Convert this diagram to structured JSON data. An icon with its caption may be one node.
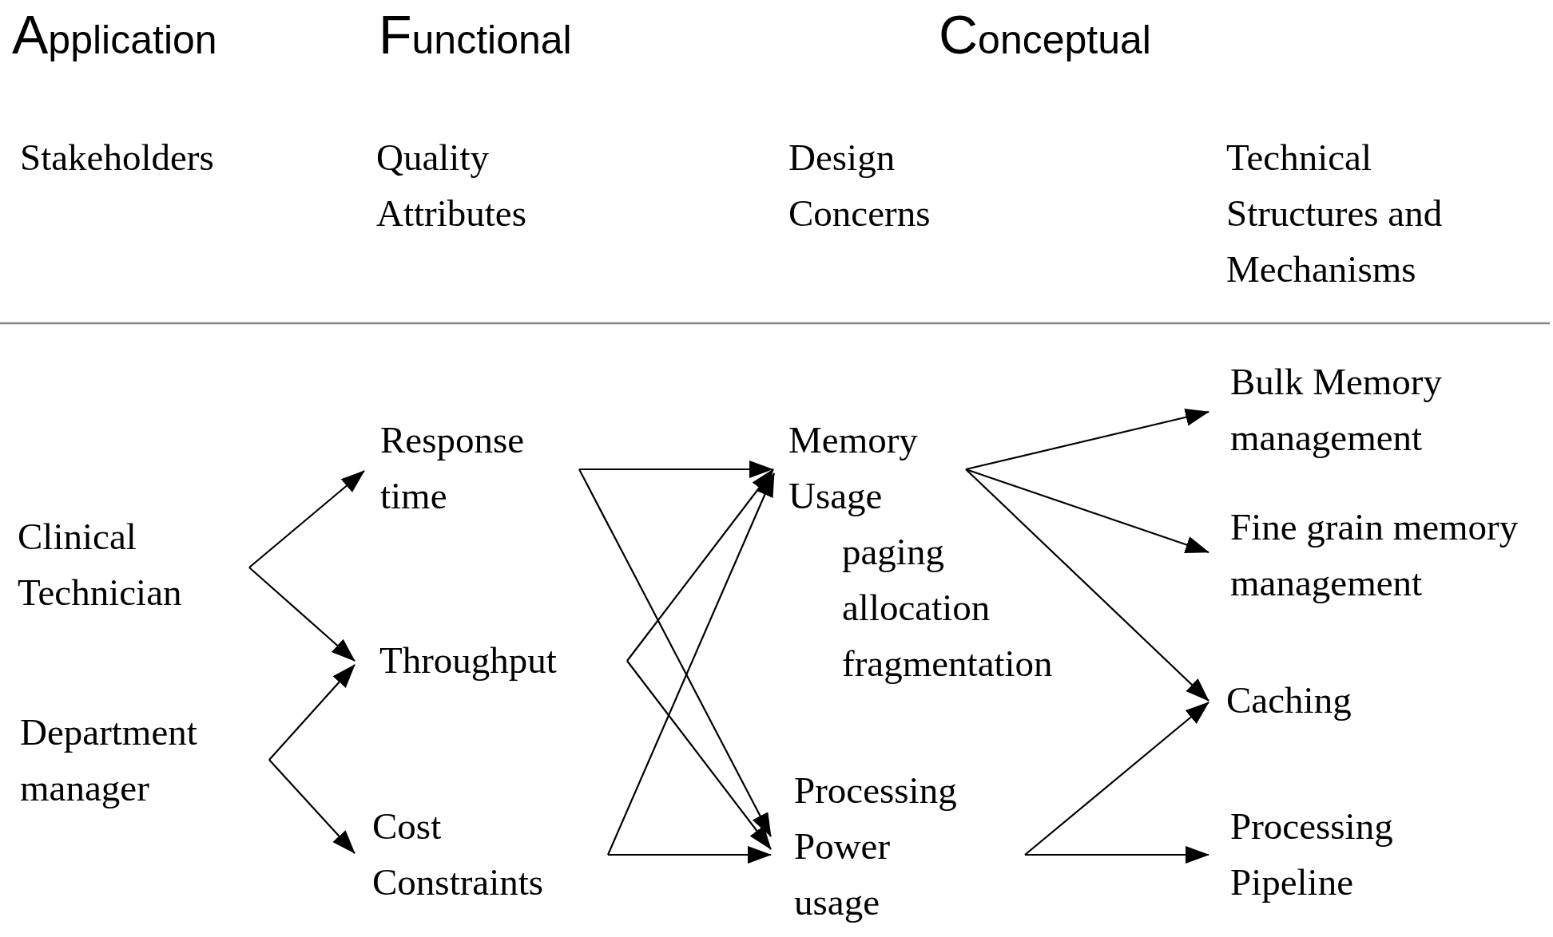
{
  "diagram": {
    "nodes": [
      {
        "text": [
          "Clinical Technician"
        ]
      },
      {
        "text": [
          "Department manager"
        ]
      },
      {
        "text": [
          "Response time"
        ]
      },
      {
        "text": [
          "Throughput"
        ]
      },
      {
        "text": [
          "Cost Constraints"
        ]
      },
      {
        "text": [
          "Memory Usage",
          "paging allocation fragmentation"
        ]
      },
      {
        "text": [
          "Processing Power usage"
        ]
      },
      {
        "text": [
          "Bulk Memory management"
        ]
      },
      {
        "text": [
          "Fine grain memory management"
        ]
      },
      {
        "text": [
          "Caching"
        ]
      },
      {
        "text": [
          "Processing Pipeline"
        ]
      }
    ],
    "edges": [
      {
        "from": 0,
        "to": 2,
        "arrow": "to"
      },
      {
        "from": 0,
        "to": 3,
        "arrow": "to"
      },
      {
        "from": 1,
        "to": 3,
        "arrow": "to"
      },
      {
        "from": 1,
        "to": 4,
        "arrow": "to"
      },
      {
        "from": 2,
        "to": 5,
        "arrow": "to"
      },
      {
        "from": 2,
        "to": 6,
        "arrow": "to"
      },
      {
        "from": 3,
        "to": 5,
        "arrow": "to"
      },
      {
        "from": 3,
        "to": 6,
        "arrow": "to"
      },
      {
        "from": 4,
        "to": 5,
        "arrow": "to"
      },
      {
        "from": 4,
        "to": 6,
        "arrow": "to"
      },
      {
        "from": 5,
        "to": 7,
        "arrow": "to"
      },
      {
        "from": 5,
        "to": 8,
        "arrow": "to"
      },
      {
        "from": 5,
        "to": 9,
        "arrow": "to"
      },
      {
        "from": 6,
        "to": 9,
        "arrow": "to"
      },
      {
        "from": 6,
        "to": 10,
        "arrow": "to"
      }
    ],
    "labels": [
      "Application",
      "Functional",
      "Conceptual",
      "Stakeholders",
      "Quality Attributes",
      "Design Concerns",
      "Technical Structures and Mechanisms"
    ]
  }
}
